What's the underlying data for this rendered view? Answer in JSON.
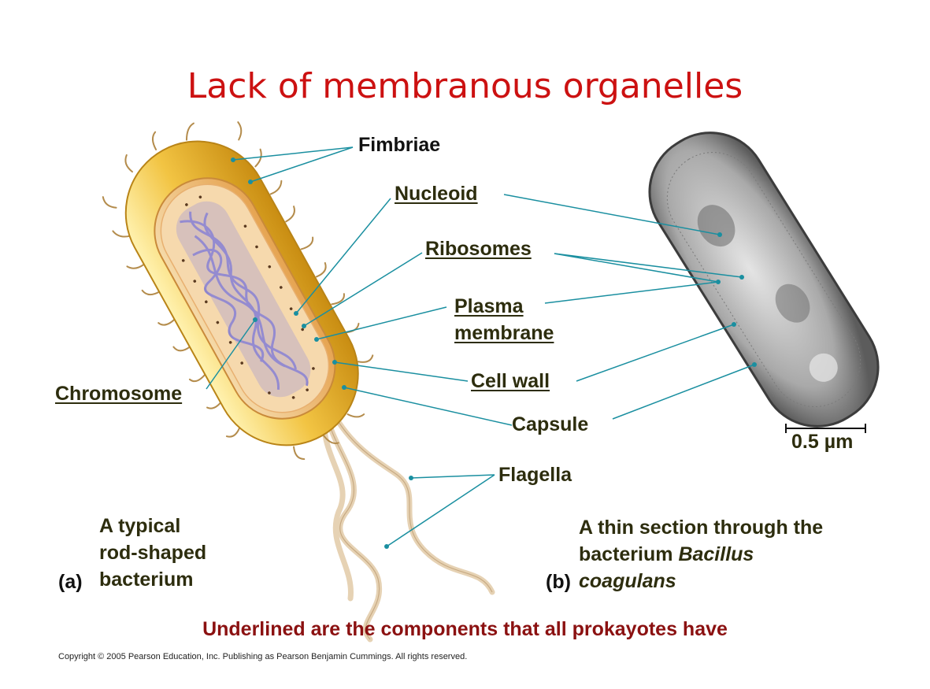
{
  "slide": {
    "title": "Lack of membranous organelles",
    "labels": {
      "fimbriae": "Fimbriae",
      "nucleoid": "Nucleoid",
      "ribosomes": "Ribosomes",
      "plasma_1": "Plasma",
      "plasma_2": "membrane",
      "cell_wall": "Cell wall",
      "capsule": "Capsule",
      "flagella": "Flagella",
      "chromosome": "Chromosome",
      "scale": "0.5 µm"
    },
    "caption_a": {
      "marker": "(a)",
      "lines": [
        "A typical",
        "rod-shaped",
        "bacterium"
      ]
    },
    "caption_b": {
      "marker": "(b)",
      "line1": "A thin section through the",
      "line2_plain": "bacterium ",
      "line2_italic": "Bacillus",
      "line3_italic": "coagulans"
    },
    "note": "Underlined are the components that all prokayotes have",
    "copyright": "Copyright © 2005 Pearson Education, Inc. Publishing as Pearson Benjamin Cummings. All rights reserved."
  },
  "colors": {
    "title": "#cc1111",
    "leader_lines": "#1a8fa0",
    "label_text": "#2d2d0e",
    "note": "#8b1111",
    "capsule": "#e8b830",
    "cell_interior": "#f3d2a4",
    "chromosome": "#8f86cc"
  }
}
